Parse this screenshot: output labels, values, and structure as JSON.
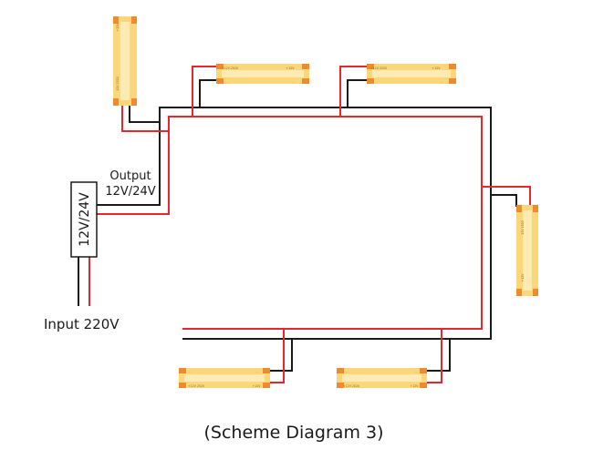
{
  "power_supply": {
    "label": "12V/24V"
  },
  "output_label": {
    "line1": "Output",
    "line2": "12V/24V"
  },
  "input_label": "Input 220V",
  "caption": "(Scheme Diagram 3)",
  "strips": [
    {
      "id": "strip-1",
      "marks": [
        "+12V",
        "12V 2520"
      ]
    },
    {
      "id": "strip-2",
      "marks": [
        "+12V 2520",
        "+12V",
        "-",
        "-"
      ]
    },
    {
      "id": "strip-3",
      "marks": [
        "+12V 2520",
        "+12V",
        "-",
        "-"
      ]
    },
    {
      "id": "strip-4",
      "marks": [
        "12V 2520",
        "+12V"
      ]
    },
    {
      "id": "strip-5",
      "marks": [
        "-",
        "-",
        "+12V 2520",
        "+12V"
      ]
    },
    {
      "id": "strip-6",
      "marks": [
        "-",
        "-",
        "+12V 2520",
        "+12V"
      ]
    }
  ],
  "colors": {
    "positive_wire": "#e8262b",
    "negative_wire": "#1a1a1a",
    "strip_fill": "#fbd77a",
    "strip_stripe": "#fdebb5",
    "pad": "#f08a2c"
  }
}
